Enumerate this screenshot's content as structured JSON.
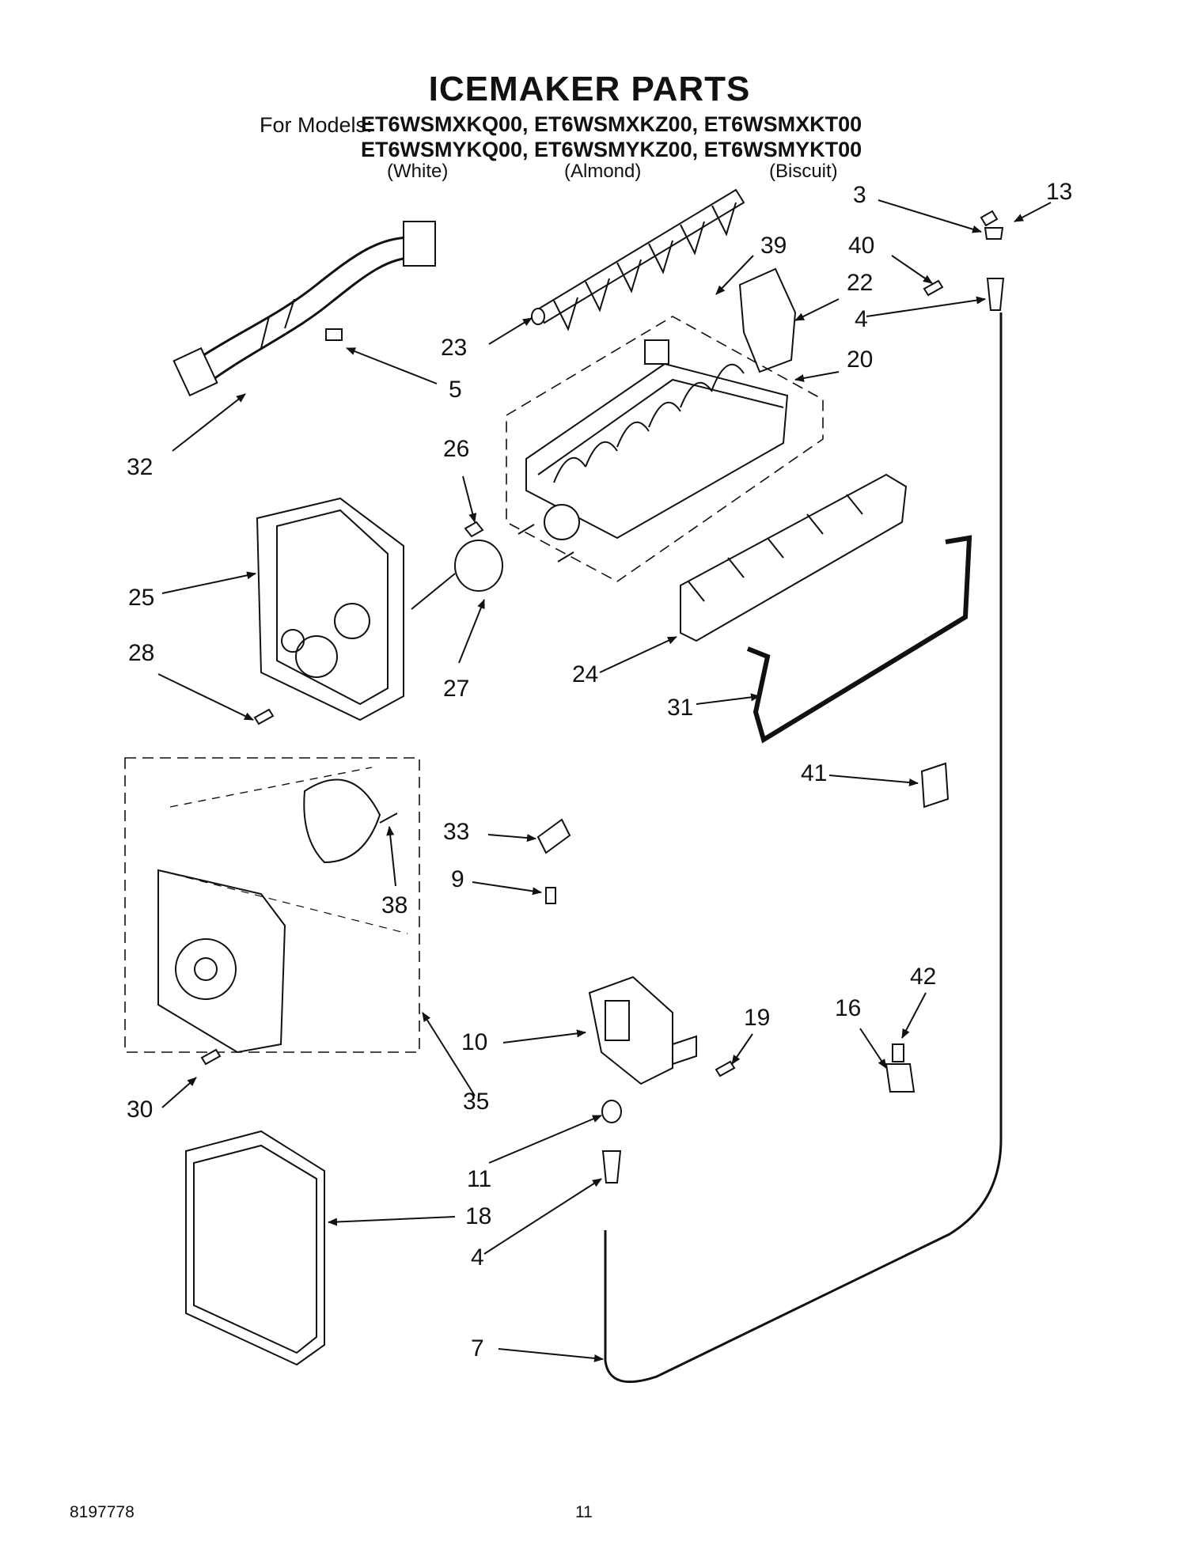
{
  "header": {
    "title": "ICEMAKER PARTS",
    "for_models_label": "For Models:",
    "model_row1": "ET6WSMXKQ00, ET6WSMXKZ00, ET6WSMXKT00",
    "model_row2": "ET6WSMYKQ00, ET6WSMYKZ00, ET6WSMYKT00",
    "finishes": [
      "(White)",
      "(Almond)",
      "(Biscuit)"
    ]
  },
  "callouts": {
    "c3": "3",
    "c13": "13",
    "c39": "39",
    "c40": "40",
    "c22": "22",
    "c4a": "4",
    "c23": "23",
    "c5": "5",
    "c20": "20",
    "c32": "32",
    "c26": "26",
    "c25": "25",
    "c28": "28",
    "c27": "27",
    "c24": "24",
    "c31": "31",
    "c41": "41",
    "c33": "33",
    "c9": "9",
    "c38": "38",
    "c42": "42",
    "c16": "16",
    "c10": "10",
    "c19": "19",
    "c30": "30",
    "c35": "35",
    "c11": "11",
    "c18": "18",
    "c4b": "4",
    "c7": "7"
  },
  "footer": {
    "doc_number": "8197778",
    "page_number": "11"
  }
}
